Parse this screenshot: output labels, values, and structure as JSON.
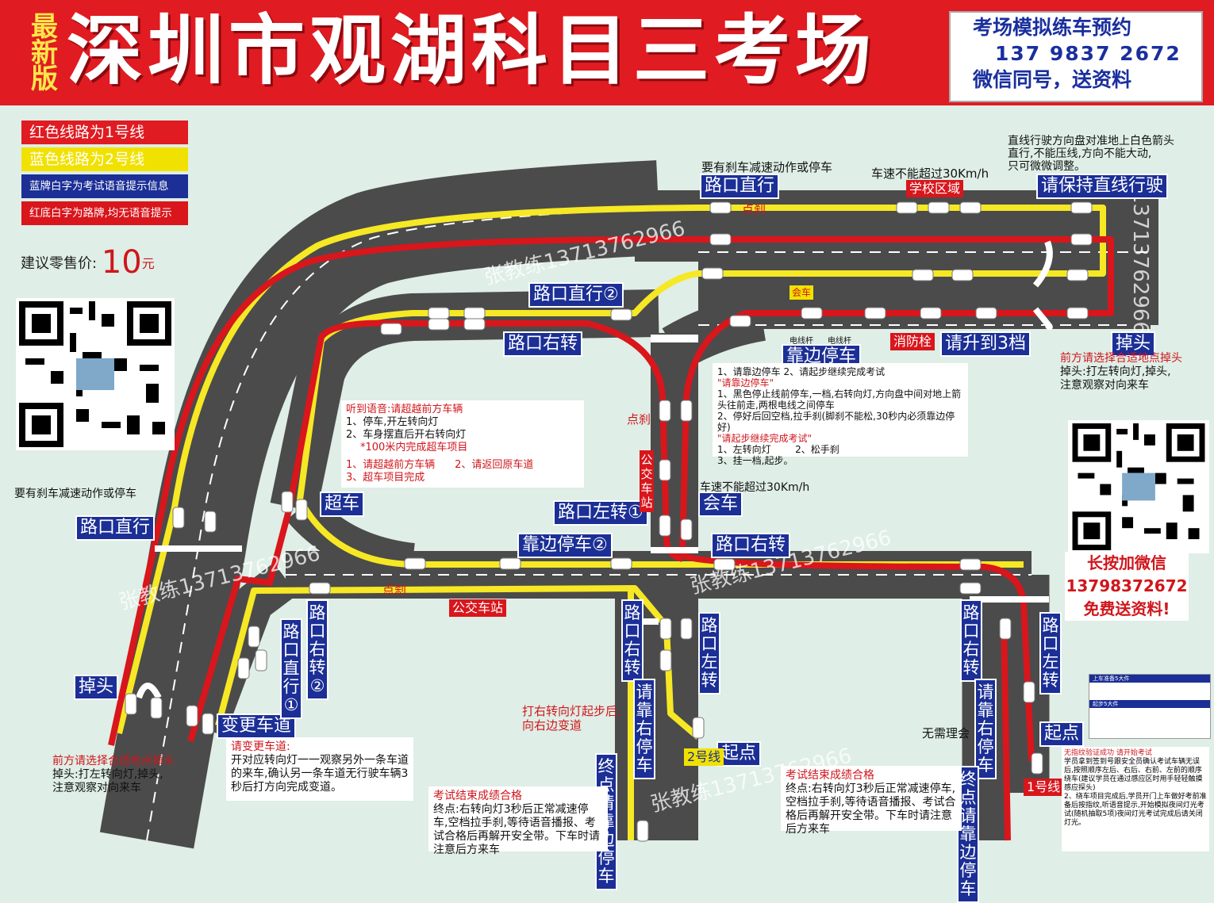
{
  "banner": {
    "badge": "最新版",
    "title": "深圳市观湖科目三考场",
    "booking": {
      "line1": "考场模拟练车预约",
      "line2": "137 9837 2672",
      "line3": "微信同号，送资料"
    }
  },
  "legend": {
    "red_line": "红色线路为1号线",
    "blue_line": "蓝色线路为2号线",
    "blue_sign": "蓝牌白字为考试语音提示信息",
    "red_sign": "红底白字为路牌,均无语音提示"
  },
  "price": {
    "label": "建议零售价:",
    "value": "10",
    "unit": "元"
  },
  "contact": {
    "line1": "长按加微信",
    "line2": "13798372672",
    "line3": "免费送资料!"
  },
  "watermarks": [
    "张教练13713762966",
    "张教练13713762966",
    "张教练13713762966",
    "张教练13713762966",
    "13713762966"
  ],
  "signs": {
    "top_straight": "路口直行",
    "top_keep_straight": "请保持直线行驶",
    "top_straight2": "路口直行②",
    "right_turn_top": "路口右转",
    "pull_over": "靠边停车",
    "upshift": "请升到3档",
    "u_turn_right": "掉头",
    "overtake": "超车",
    "left_turn1": "路口左转①",
    "meet_car": "会车",
    "right_turn_mid": "路口右转",
    "pull_over2": "靠边停车②",
    "left_straight": "路口直行",
    "u_turn_left": "掉头",
    "change_lane": "变更车道",
    "v_straight1": "路口直行①",
    "v_right2": "路口右转②",
    "v_right_bottom": "路口右转",
    "v_left_bottom": "路口左转",
    "v_right_far": "路口右转",
    "v_left_far": "路口左转",
    "v_pull_right": "请靠右停车",
    "v_pull_right2": "请靠右停车",
    "v_end_pull": "终点请靠边停车",
    "v_end_pull2": "终点请靠边停车",
    "start_point": "起点",
    "start_point2": "起点"
  },
  "red_signs": {
    "school_zone": "学校区域",
    "hydrant": "消防栓",
    "bus_stop1": "公交车站",
    "bus_stop2": "公交车站",
    "line2_label": "2号线",
    "line1_label": "1号线"
  },
  "texts": {
    "brake_top": "要有刹车减速动作或停车",
    "speed_top": "车速不能超过30Km/h",
    "brake_left": "要有刹车减速动作或停车",
    "speed_mid": "车速不能超过30Km/h",
    "tap_brake": "点刹",
    "tap_brake2": "点刹",
    "tap_brake3": "点刹",
    "pole1": "电线杆",
    "pole2": "电线杆",
    "meet_small": "会车",
    "right_signal": "打右转向灯起步后,\n向右边变道",
    "ignore": "无需理会",
    "straight_note": "直线行驶方向盘对准地上白色箭头\n直行,不能压线,方向不能大动,\n只可微微调整。"
  },
  "notes": {
    "uturn_right": {
      "head": "前方请选择合适地点掉头",
      "body": "掉头:打左转向灯,掉头,\n注意观察对向来车"
    },
    "uturn_left": {
      "head": "前方请选择合适地点掉头",
      "body": "掉头:打左转向灯,掉头,\n注意观察对向来车"
    },
    "pull_over": {
      "line1": "1、请靠边停车   2、请起步继续完成考试",
      "head1": "\"请靠边停车\"",
      "body1": "1、黑色停止线前停车,一档,右转向灯,方向盘中间对地上箭头往前走,两根电线之间停车\n2、停好后回空档,拉手刹(脚刹不能松,30秒内必须靠边停好)",
      "head2": "\"请起步继续完成考试\"",
      "body2": "1、左转向灯        2、松手刹\n3、挂一档,起步。"
    },
    "overtake": {
      "head": "听到语音:请超越前方车辆",
      "body1": "1、停车,开左转向灯\n2、车身摆直后开右转向灯",
      "body2": "*100米内完成超车项目",
      "body3": "1、请超越前方车辆      2、请返回原车道\n3、超车项目完成"
    },
    "change_lane": {
      "head": "请变更车道:",
      "body": "开对应转向灯一一观察另外一条车道的来车,确认另一条车道无行驶车辆3秒后打方向完成变道。"
    },
    "end_left": {
      "head": "考试结束成绩合格",
      "body": "终点:右转向灯3秒后正常减速停车,空档拉手刹,等待语音播报、考试合格后再解开安全带。下车时请注意后方来车"
    },
    "end_right": {
      "head": "考试结束成绩合格",
      "body": "终点:右转向灯3秒后正常减速停车,空档拉手刹,等待语音播报、考试合格后再解开安全带。下车时请注意后方来车"
    }
  },
  "info_panel": {
    "row1": "上车准备5大件",
    "row2": "起步5大件",
    "fp_head": "无指纹验证成功 请开始考试",
    "fp_body": "学员拿到签到号跟安全员确认考试车辆无误后,按照顺序左后、右后、右前、左前的顺序绕车(建议学员在通过感应区时用手轻轻触摸感应探头)\n2、绕车项目完成后,学员开门上车做好考前准备后按指纹,听语音提示,开始模拟夜间灯光考试(随机抽取5项)夜间灯光考试完成后请关闭灯光。"
  },
  "colors": {
    "banner_red": "#e01b22",
    "sign_blue": "#1b2f96",
    "route1_red": "#d8161c",
    "route2_yellow": "#f6e824",
    "road_gray": "#4a4a4a"
  }
}
